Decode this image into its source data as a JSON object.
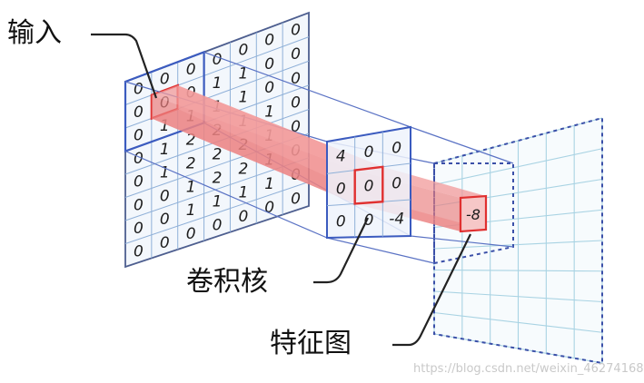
{
  "labels": {
    "input": "输入",
    "kernel": "卷积核",
    "feature_map": "特征图"
  },
  "input_matrix": [
    [
      "0",
      "0",
      "0",
      "0",
      "0",
      "0",
      "0"
    ],
    [
      "0",
      "0",
      "0",
      "1",
      "1",
      "0",
      "0"
    ],
    [
      "0",
      "1",
      "1",
      "1",
      "1",
      "0",
      "0"
    ],
    [
      "0",
      "1",
      "2",
      "2",
      "1",
      "1",
      "0"
    ],
    [
      "0",
      "1",
      "2",
      "2",
      "2",
      "1",
      "0"
    ],
    [
      "0",
      "0",
      "1",
      "2",
      "2",
      "1",
      "0"
    ],
    [
      "0",
      "0",
      "1",
      "1",
      "1",
      "1",
      "0"
    ],
    [
      "0",
      "0",
      "0",
      "0",
      "0",
      "0",
      "0"
    ]
  ],
  "kernel_matrix": [
    [
      "4",
      "0",
      "0"
    ],
    [
      "0",
      "0",
      "0"
    ],
    [
      "0",
      "0",
      "-4"
    ]
  ],
  "output_value": "-8",
  "watermark": "https://blog.csdn.net/weixin_46274168",
  "colors": {
    "grid_blue": "#3b5bbf",
    "grid_light": "#8fb0d8",
    "highlight_red": "#e03030",
    "beam_fill": "#f29a9a",
    "feature_grid": "#a9d3e3"
  }
}
